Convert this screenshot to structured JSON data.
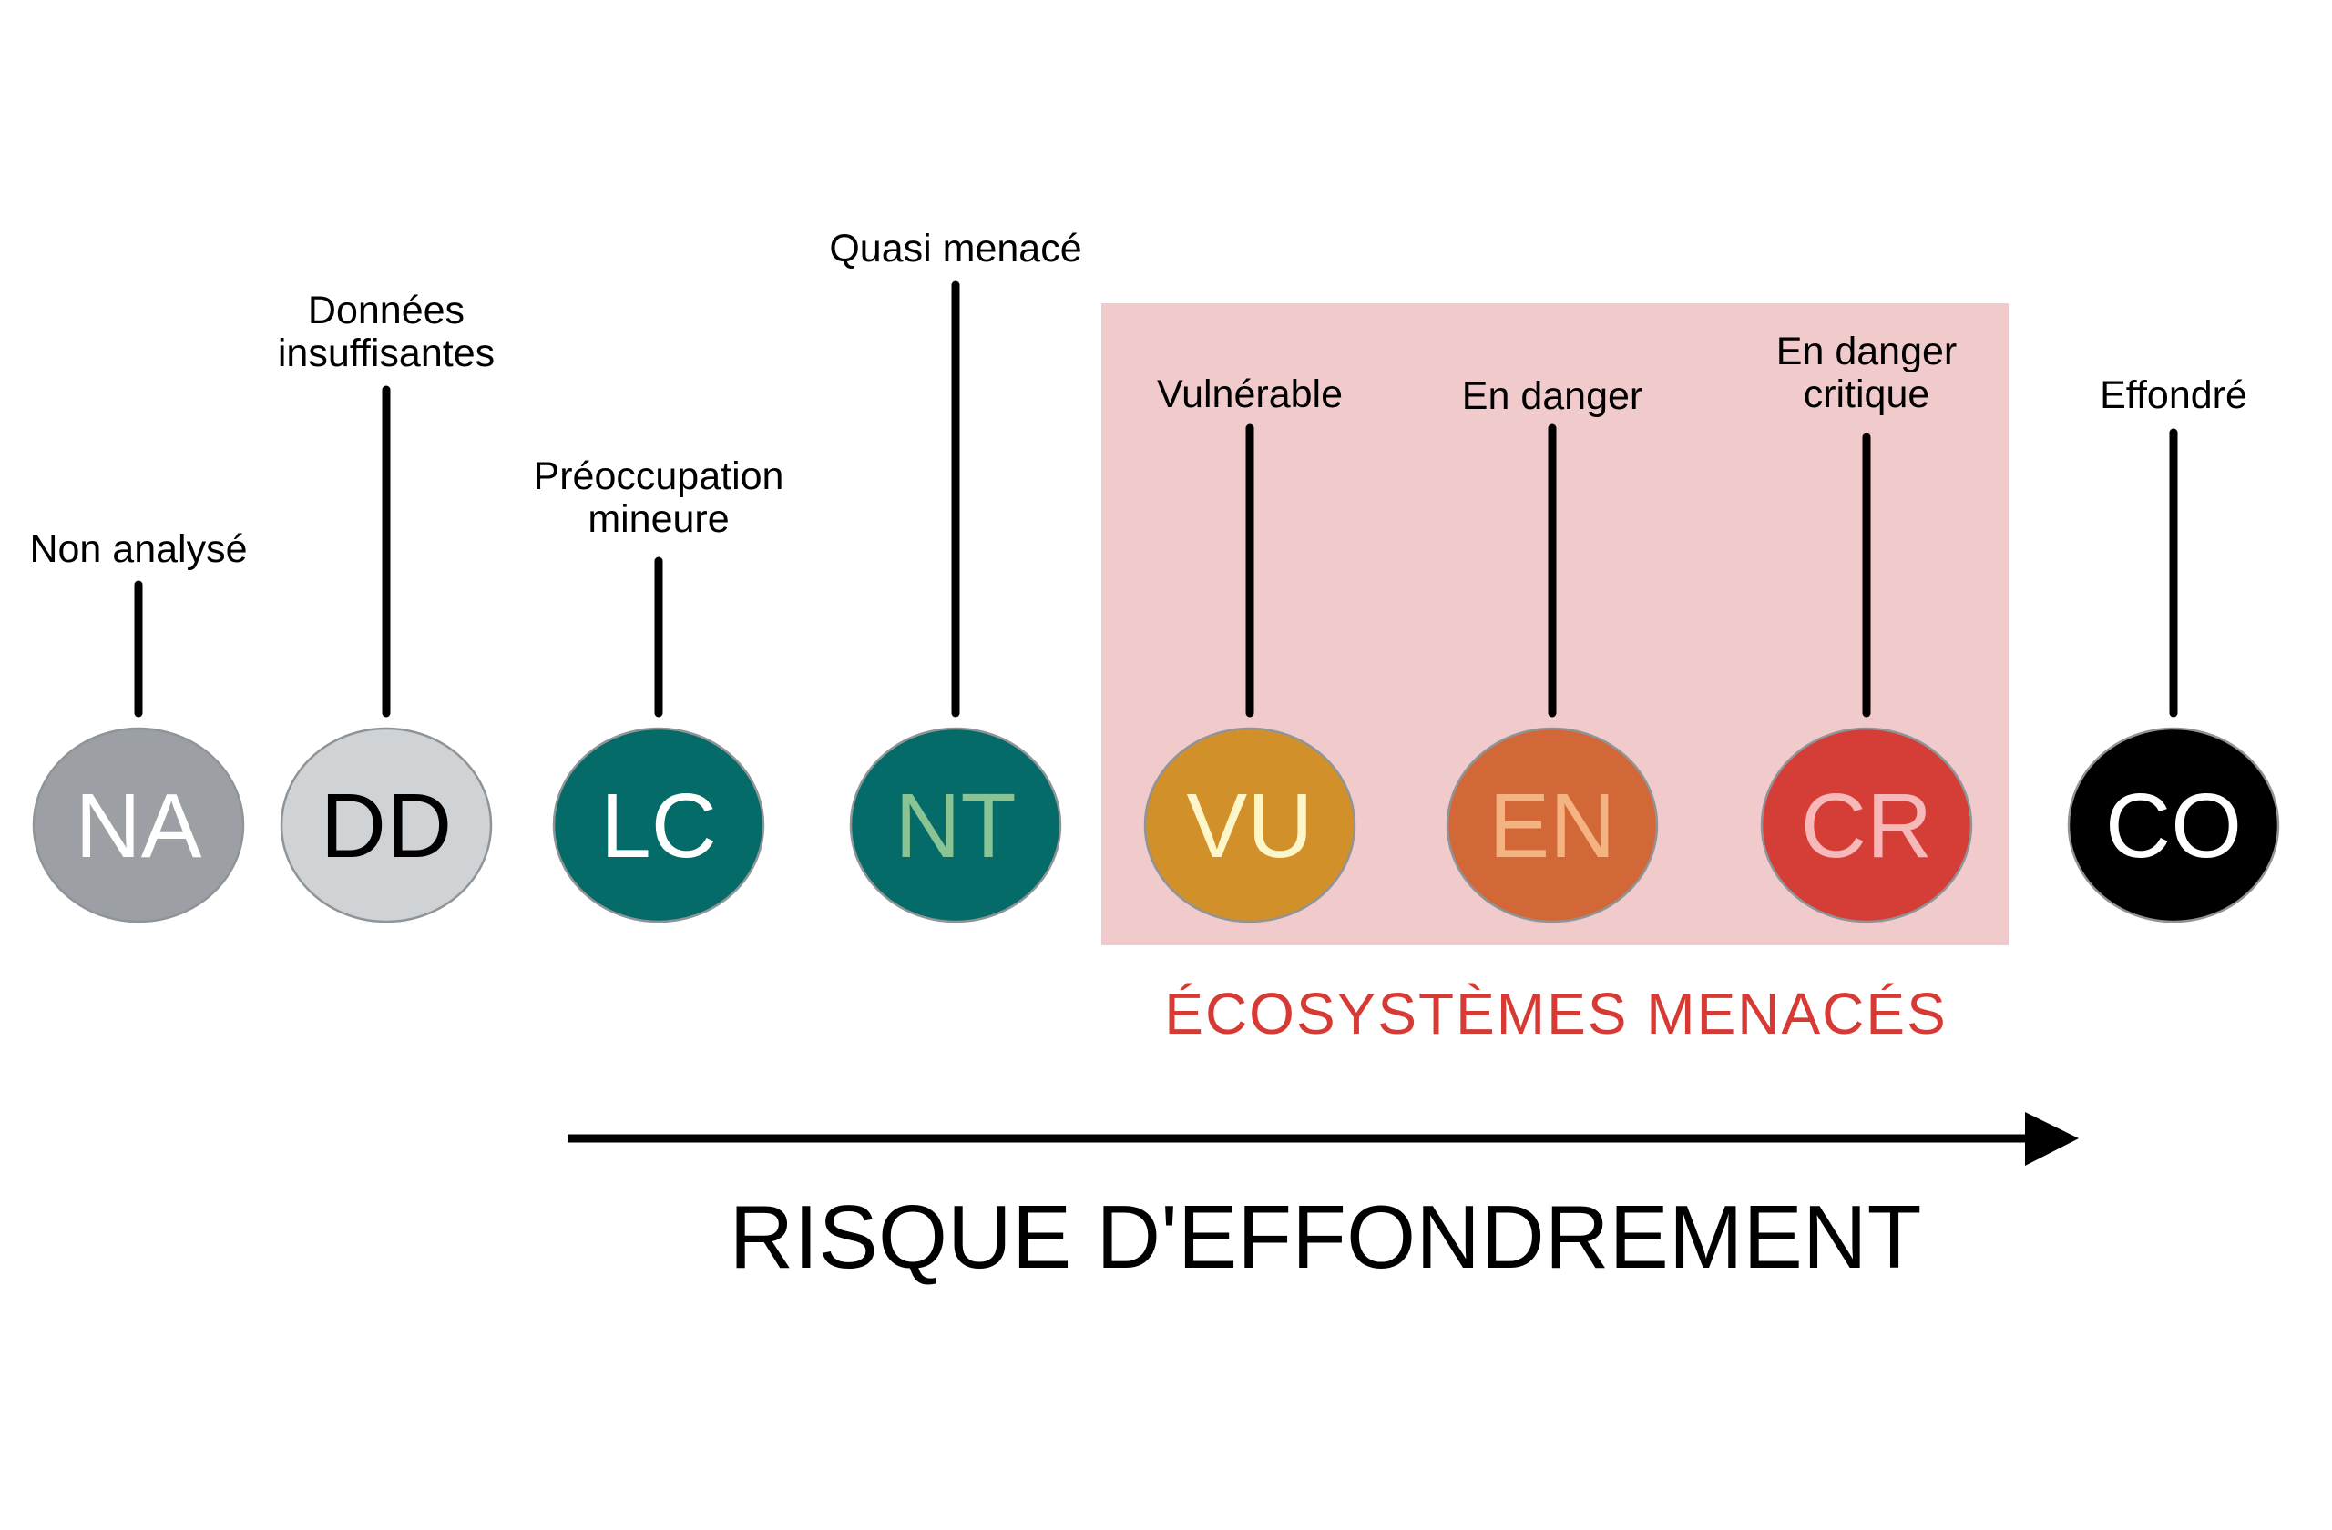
{
  "figure": {
    "group": {
      "title": "ÉCOSYSTÈMES MENACÉS",
      "background_color": "#f1cbcb",
      "title_color": "#d63a35",
      "members": [
        "VU",
        "EN",
        "CR"
      ]
    },
    "axis": {
      "title": "RISQUE D'EFFONDREMENT",
      "direction": "increasing-right"
    },
    "categories": [
      {
        "code": "NA",
        "label_lines": [
          "Non analysé"
        ],
        "fill": "#9ca0a4",
        "text_color": "#ffffff"
      },
      {
        "code": "DD",
        "label_lines": [
          "Données",
          "insuffisantes"
        ],
        "fill": "#d0d3d6",
        "text_color": "#000000"
      },
      {
        "code": "LC",
        "label_lines": [
          "Préoccupation",
          "mineure"
        ],
        "fill": "#056b68",
        "text_color": "#ffffff"
      },
      {
        "code": "NT",
        "label_lines": [
          "Quasi menacé"
        ],
        "fill": "#056b68",
        "text_color": "#8ac494"
      },
      {
        "code": "VU",
        "label_lines": [
          "Vulnérable"
        ],
        "fill": "#d2902b",
        "text_color": "#fdf6c8"
      },
      {
        "code": "EN",
        "label_lines": [
          "En danger"
        ],
        "fill": "#d26838",
        "text_color": "#f4b482"
      },
      {
        "code": "CR",
        "label_lines": [
          "En danger",
          "critique"
        ],
        "fill": "#d53e37",
        "text_color": "#f6b8b8"
      },
      {
        "code": "CO",
        "label_lines": [
          "Effondré"
        ],
        "fill": "#000000",
        "text_color": "#ffffff"
      }
    ]
  }
}
